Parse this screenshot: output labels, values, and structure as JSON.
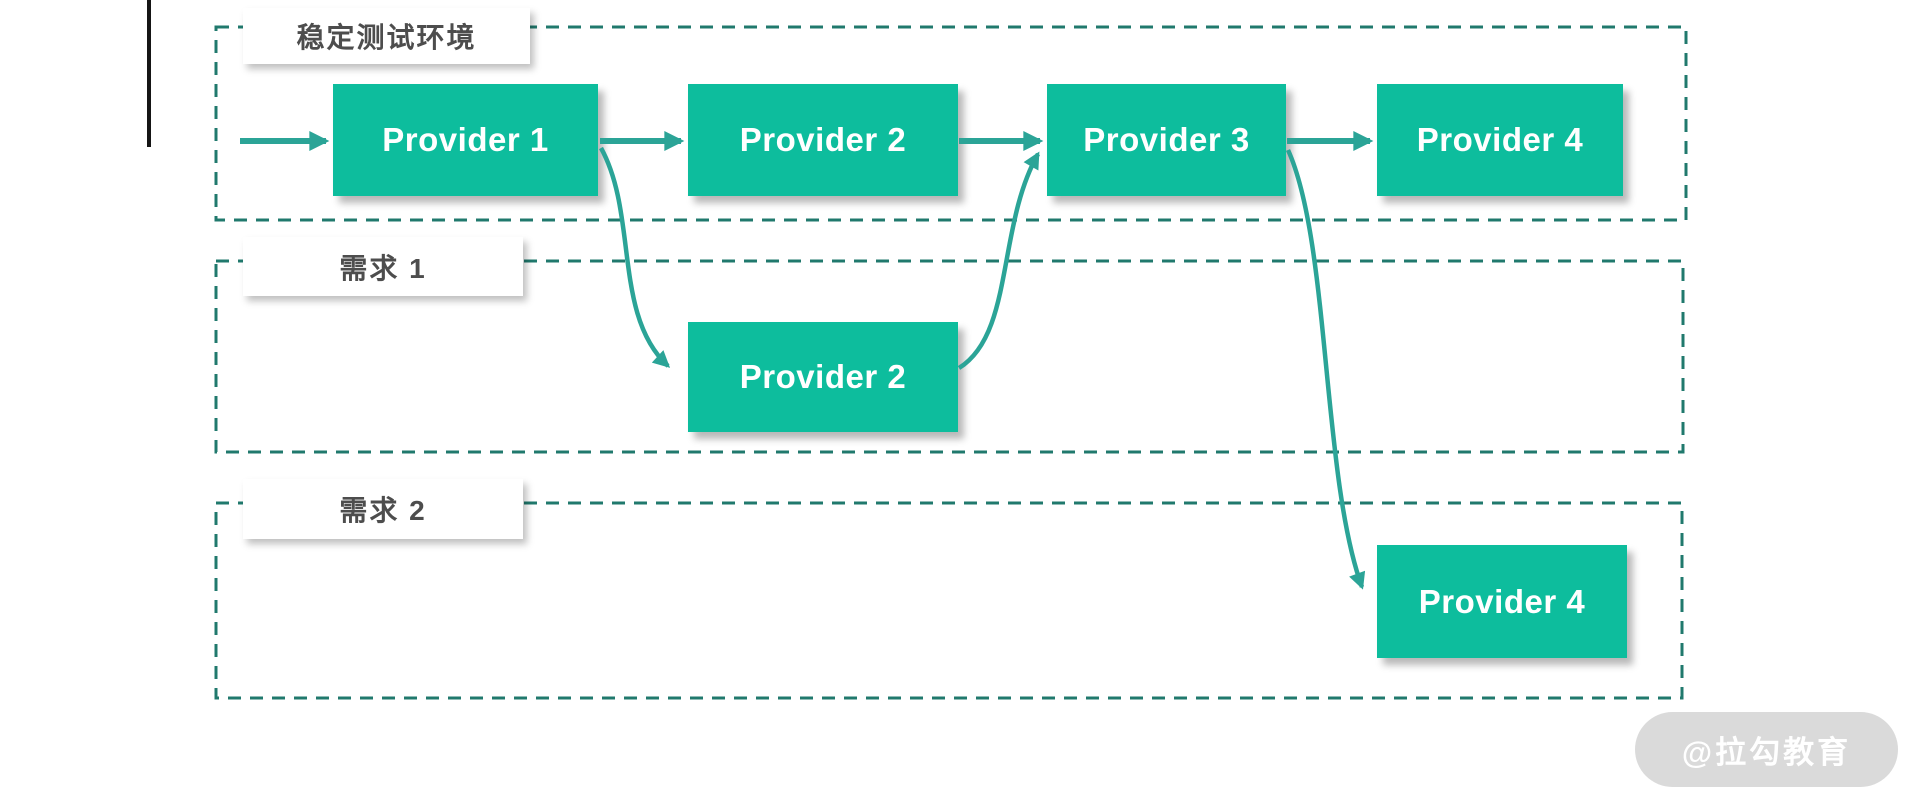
{
  "diagram": {
    "regions": [
      {
        "id": "stable-env",
        "label": "稳定测试环境"
      },
      {
        "id": "req1",
        "label": "需求 1"
      },
      {
        "id": "req2",
        "label": "需求 2"
      }
    ],
    "nodes": [
      {
        "id": "p1",
        "label": "Provider 1",
        "region": "稳定测试环境"
      },
      {
        "id": "p2-stable",
        "label": "Provider 2",
        "region": "稳定测试环境"
      },
      {
        "id": "p3",
        "label": "Provider 3",
        "region": "稳定测试环境"
      },
      {
        "id": "p4-stable",
        "label": "Provider 4",
        "region": "稳定测试环境"
      },
      {
        "id": "p2-req1",
        "label": "Provider 2",
        "region": "需求 1"
      },
      {
        "id": "p4-req2",
        "label": "Provider 4",
        "region": "需求 2"
      }
    ],
    "edges": [
      {
        "from": "entry",
        "to": "Provider 1 (稳定测试环境)",
        "style": "straight"
      },
      {
        "from": "Provider 1 (稳定测试环境)",
        "to": "Provider 2 (稳定测试环境)",
        "style": "straight"
      },
      {
        "from": "Provider 2 (稳定测试环境)",
        "to": "Provider 3 (稳定测试环境)",
        "style": "straight"
      },
      {
        "from": "Provider 3 (稳定测试环境)",
        "to": "Provider 4 (稳定测试环境)",
        "style": "straight"
      },
      {
        "from": "Provider 1 (稳定测试环境)",
        "to": "Provider 2 (需求 1)",
        "style": "curve"
      },
      {
        "from": "Provider 2 (需求 1)",
        "to": "Provider 3 (稳定测试环境)",
        "style": "curve"
      },
      {
        "from": "Provider 3 (稳定测试环境)",
        "to": "Provider 4 (需求 2)",
        "style": "curve"
      }
    ]
  },
  "watermark": {
    "text": "@拉勾教育"
  },
  "colors": {
    "node_fill": "#0dbd9d",
    "arrow": "#2ba497",
    "region_border": "#20796d",
    "label_text": "#4d4d4d",
    "node_text": "#ffffff",
    "watermark_bg": "#dadada",
    "watermark_text": "#ffffff"
  }
}
